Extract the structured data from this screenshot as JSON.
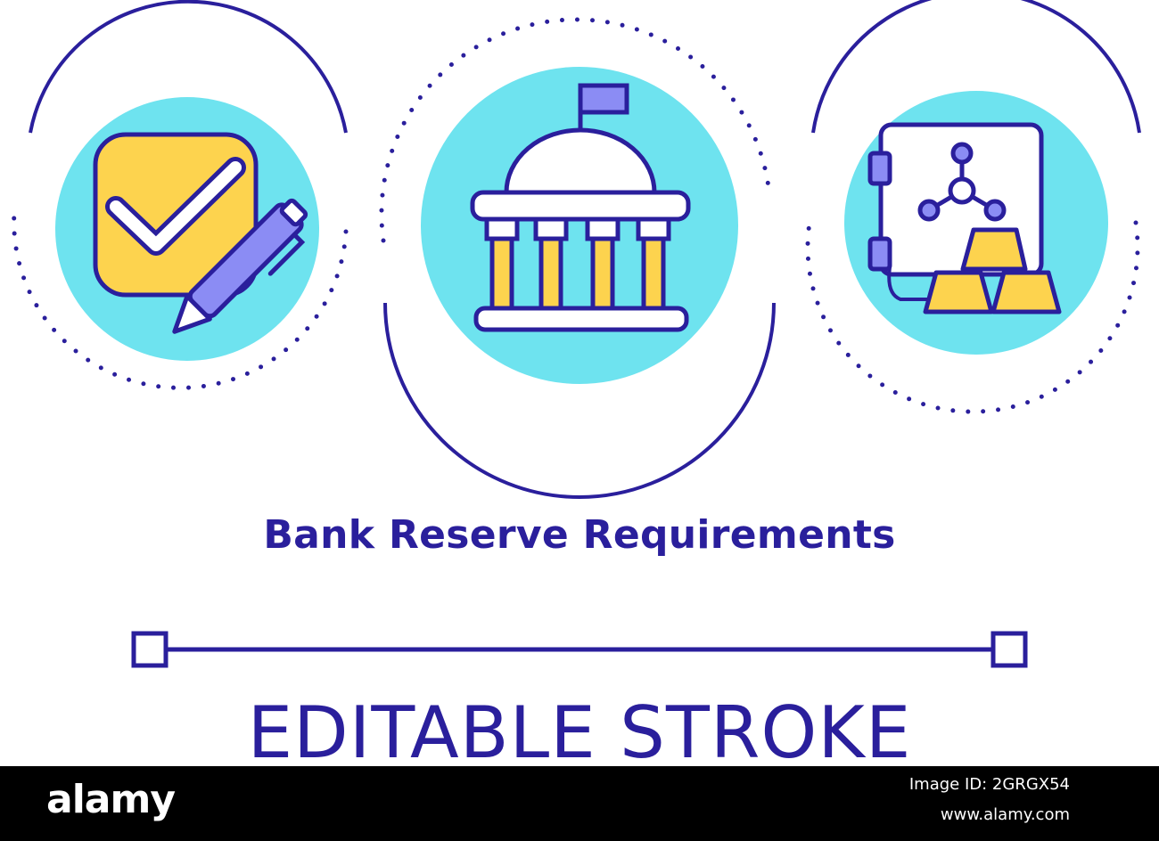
{
  "title": "Bank Reserve Requirements",
  "stroke_label": "EDITABLE STROKE",
  "footer": {
    "logo": "alamy",
    "image_id": "Image ID: 2GRGX54",
    "url": "www.alamy.com"
  },
  "icons": [
    "checkbox-pen-icon",
    "bank-building-icon",
    "safe-gold-icon"
  ],
  "colors": {
    "outline": "#2a1f9c",
    "cyan": "#6ee3ef",
    "yellow": "#fdd34e",
    "purple": "#8b8cf4",
    "white": "#ffffff"
  }
}
